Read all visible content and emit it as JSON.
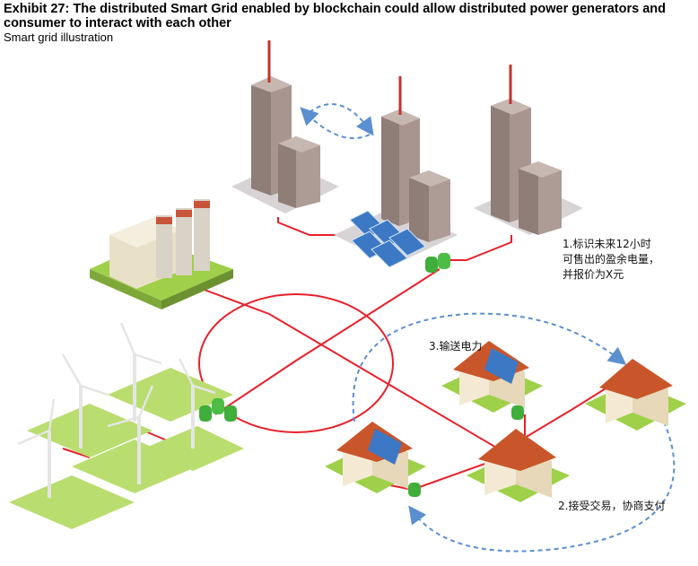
{
  "header": {
    "title": "Exhibit 27: The distributed Smart Grid enabled by blockchain could allow distributed power generators and consumer to interact with each other",
    "subtitle": "Smart grid illustration"
  },
  "annotations": {
    "step1_line1": "1.标识未来12小时",
    "step1_line2": "可售出的盈余电量，",
    "step1_line3": "并报价为X元",
    "step2": "2.接受交易，协商支付",
    "step3": "3.输送电力"
  },
  "colors": {
    "power_line": "#e8202a",
    "flow_arrow": "#5b8fd0",
    "grass": "#9fd04a",
    "battery": "#3fae3a",
    "roof": "#c9562a",
    "building": "#8f7d78",
    "solar_panel": "#3d78c4"
  },
  "icons": [
    "office-tower-icon",
    "power-plant-icon",
    "wind-turbine-icon",
    "house-icon",
    "solar-panel-icon",
    "battery-icon"
  ]
}
